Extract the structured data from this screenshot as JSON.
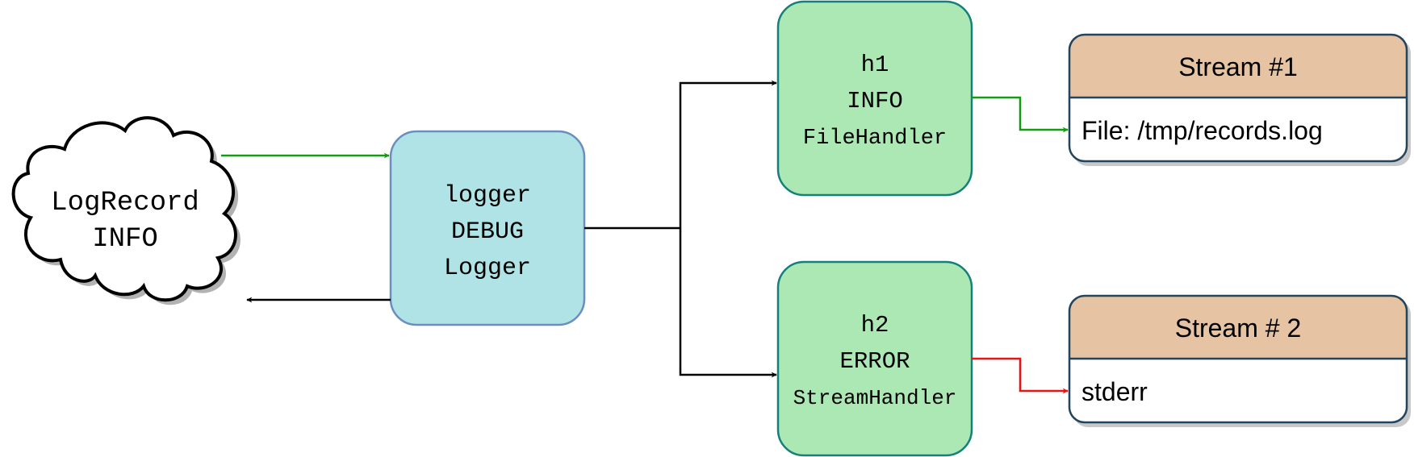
{
  "colors": {
    "logger_fill": "#b0e3e6",
    "logger_stroke": "#6c8ebf",
    "handler_fill": "#ace8b3",
    "handler_stroke": "#15807b",
    "stream_header_fill": "#e6c3a3",
    "stream_stroke": "#23445d",
    "arrow_green": "#119c11",
    "arrow_red": "#ee1111",
    "arrow_black": "#000000"
  },
  "record": {
    "shape": "cloud",
    "line1": "LogRecord",
    "line2": "INFO"
  },
  "logger": {
    "line1": "logger",
    "line2": "DEBUG",
    "line3": "Logger"
  },
  "handlers": [
    {
      "line1": "h1",
      "line2": "INFO",
      "line3": "FileHandler"
    },
    {
      "line1": "h2",
      "line2": "ERROR",
      "line3": "StreamHandler"
    }
  ],
  "streams": [
    {
      "title": "Stream #1",
      "body": "File: /tmp/records.log"
    },
    {
      "title": "Stream # 2",
      "body": "stderr"
    }
  ]
}
